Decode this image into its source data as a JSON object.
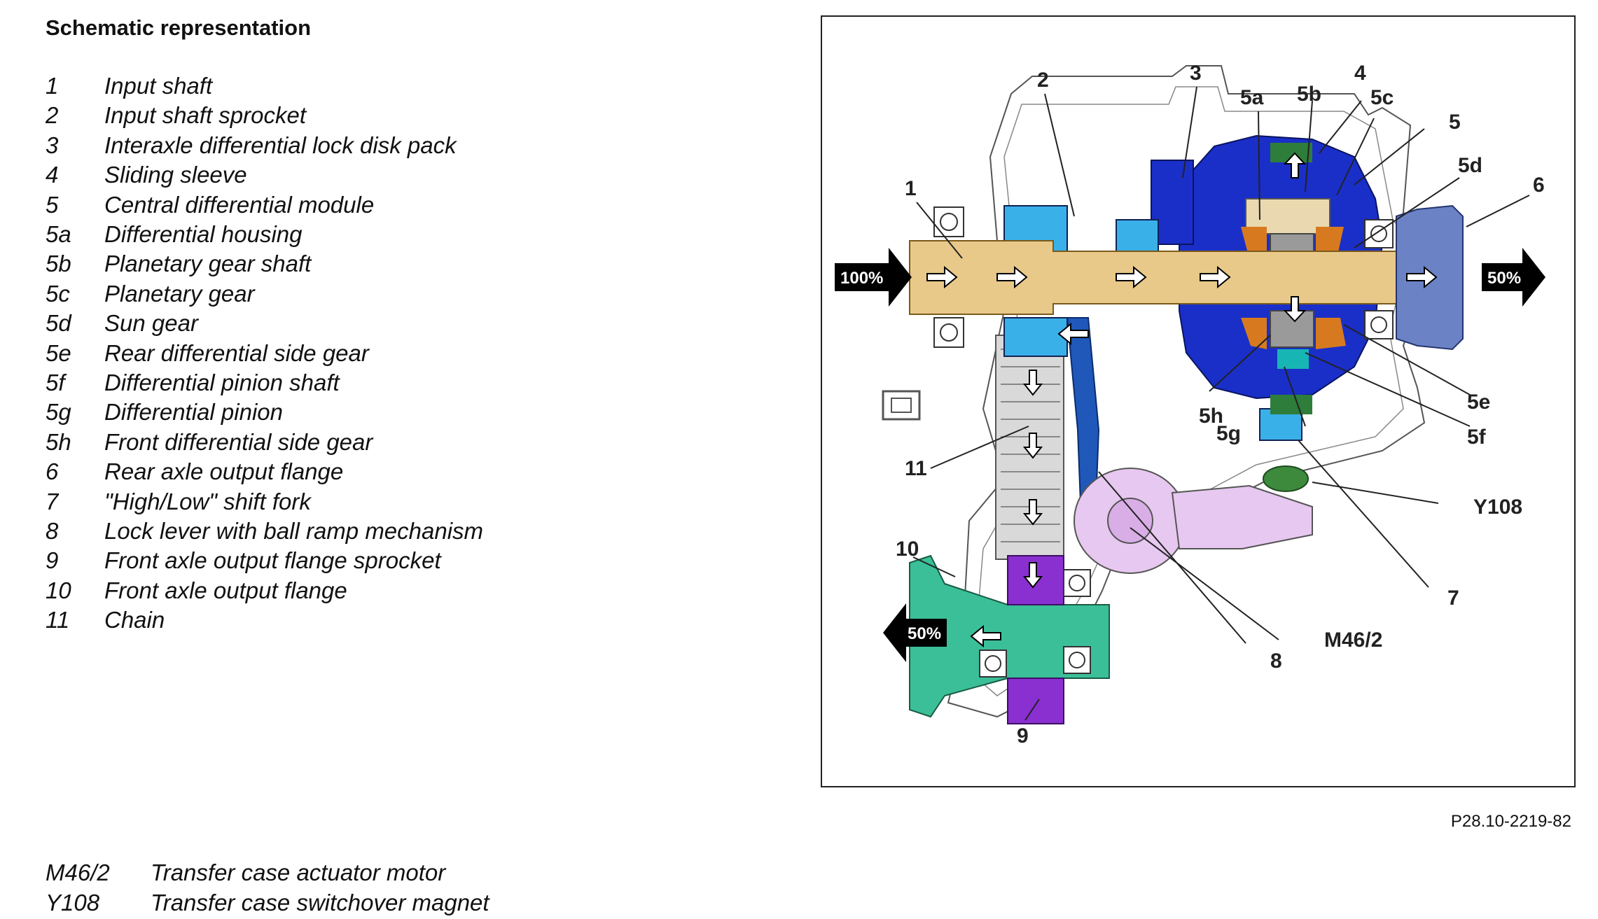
{
  "page": {
    "title": "Schematic representation",
    "figure_ref": "P28.10-2219-82"
  },
  "legend": [
    {
      "code": "1",
      "desc": "Input shaft"
    },
    {
      "code": "2",
      "desc": "Input shaft sprocket"
    },
    {
      "code": "3",
      "desc": "Interaxle differential lock disk pack"
    },
    {
      "code": "4",
      "desc": "Sliding sleeve"
    },
    {
      "code": "5",
      "desc": "Central differential module"
    },
    {
      "code": "5a",
      "desc": "Differential housing"
    },
    {
      "code": "5b",
      "desc": "Planetary gear shaft"
    },
    {
      "code": "5c",
      "desc": "Planetary gear"
    },
    {
      "code": "5d",
      "desc": "Sun gear"
    },
    {
      "code": "5e",
      "desc": "Rear differential side gear"
    },
    {
      "code": "5f",
      "desc": "Differential pinion shaft"
    },
    {
      "code": "5g",
      "desc": "Differential pinion"
    },
    {
      "code": "5h",
      "desc": "Front differential side gear"
    },
    {
      "code": "6",
      "desc": "Rear axle output flange"
    },
    {
      "code": "7",
      "desc": "\"High/Low\" shift fork"
    },
    {
      "code": "8",
      "desc": "Lock lever with ball ramp mechanism"
    },
    {
      "code": "9",
      "desc": "Front axle output flange sprocket"
    },
    {
      "code": "10",
      "desc": "Front axle output flange"
    },
    {
      "code": "11",
      "desc": "Chain"
    }
  ],
  "legend_components": [
    {
      "code": "M46/2",
      "desc": "Transfer case actuator motor"
    },
    {
      "code": "Y108",
      "desc": "Transfer case switchover magnet"
    }
  ],
  "diagram": {
    "input_percent": "100%",
    "rear_output_percent": "50%",
    "front_output_percent": "50%",
    "callouts": {
      "c1": "1",
      "c2": "2",
      "c3": "3",
      "c4": "4",
      "c5": "5",
      "c5a": "5a",
      "c5b": "5b",
      "c5c": "5c",
      "c5d": "5d",
      "c5e": "5e",
      "c5f": "5f",
      "c5g": "5g",
      "c5h": "5h",
      "c6": "6",
      "c7": "7",
      "c8": "8",
      "c9": "9",
      "c10": "10",
      "c11": "11",
      "cM462": "M46/2",
      "cY108": "Y108"
    },
    "colors": {
      "input_shaft": "#e8c98a",
      "sprocket": "#3ab0e8",
      "differential": "#1a2fc8",
      "sliding_sleeve": "#2e7d3a",
      "sun_gear": "#9a9a9a",
      "pinion": "#d77a1f",
      "rear_flange": "#6b82c4",
      "front_flange": "#3bbf99",
      "front_sprocket": "#8a2fd0",
      "chain": "#cfcfcf",
      "lever": "#1f58b8",
      "motor": "#e7c8f0",
      "magnet": "#3d8a3d"
    }
  }
}
